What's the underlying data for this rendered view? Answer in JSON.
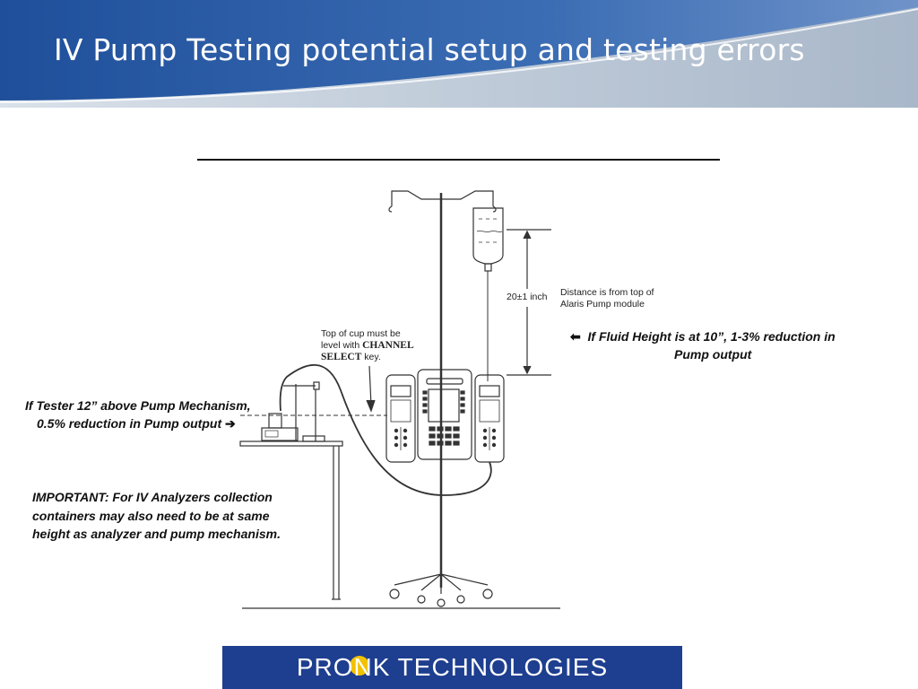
{
  "slide": {
    "title": "IV Pump Testing potential setup and testing errors"
  },
  "figure": {
    "distance_value": "20±1 inch",
    "distance_note_line1": "Distance is from top of",
    "distance_note_line2": "Alaris Pump module",
    "cup_note_line1": "Top of cup must be",
    "cup_note_line2_prefix": "level with ",
    "cup_note_channel": "CHANNEL",
    "cup_note_select": "SELECT",
    "cup_note_line3_suffix": " key."
  },
  "notes": {
    "fluid_height_line1": "If Fluid Height is at 10”, 1-3% reduction in",
    "fluid_height_line2": "Pump output",
    "tester_line1": "If Tester 12” above Pump Mechanism,",
    "tester_line2": "0.5% reduction in Pump output",
    "important": "IMPORTANT:  For IV Analyzers collection containers may also need to be at same height as analyzer and pump mechanism."
  },
  "logo": {
    "text": "PRONK TECHNOLOGIES",
    "brand_color": "#1e3e8f",
    "dot_color": "#f2c200"
  },
  "colors": {
    "header_blue": "#2a5ea8",
    "header_light": "#b9c7d8"
  }
}
